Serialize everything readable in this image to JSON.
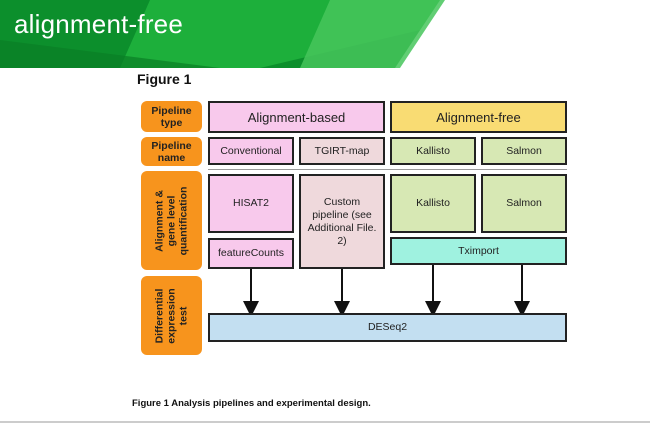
{
  "banner": {
    "title": "alignment-free",
    "colors": {
      "dark": "#0a8a2a",
      "mid": "#19b33a",
      "light": "#3ec85a"
    }
  },
  "figure": {
    "label": "Figure 1",
    "caption": "Figure 1  Analysis pipelines and experimental design.",
    "row_labels": {
      "pipeline_type": "Pipeline type",
      "pipeline_name": "Pipeline name",
      "alignment": "Alignment & gene level quantification",
      "differential": "Differential expression test"
    },
    "pipeline_types": {
      "alignment_based": "Alignment-based",
      "alignment_free": "Alignment-free"
    },
    "pipeline_names": {
      "conventional": "Conventional",
      "tgirt": "TGIRT-map",
      "kallisto": "Kallisto",
      "salmon": "Salmon"
    },
    "tools": {
      "hisat2": "HISAT2",
      "featurecounts": "featureCounts",
      "custom": "Custom pipeline (see Additional File. 2)",
      "kallisto": "Kallisto",
      "salmon": "Salmon",
      "tximport": "Tximport",
      "deseq2": "DESeq2"
    }
  }
}
